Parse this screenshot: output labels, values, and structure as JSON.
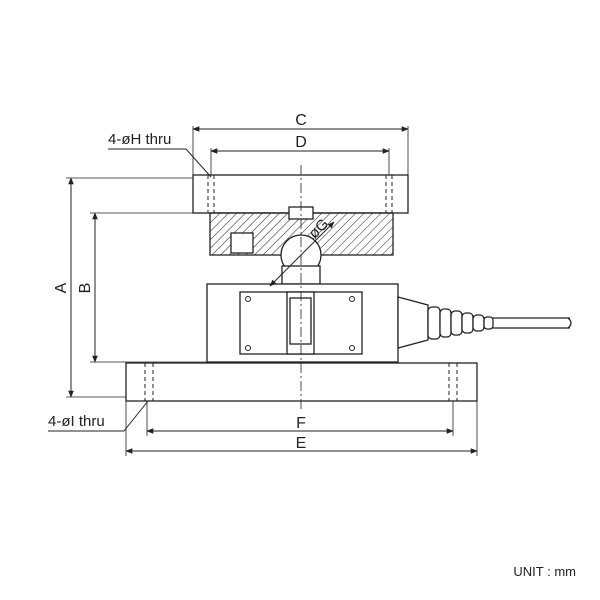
{
  "labels": {
    "A": "A",
    "B": "B",
    "C": "C",
    "D": "D",
    "E": "E",
    "F": "F",
    "G": "øG",
    "H": "4-øH thru",
    "I": "4-øI thru"
  },
  "unit_note": "UNIT : mm",
  "colors": {
    "line": "#222222",
    "fill": "#ffffff",
    "hatch": "#222222"
  }
}
